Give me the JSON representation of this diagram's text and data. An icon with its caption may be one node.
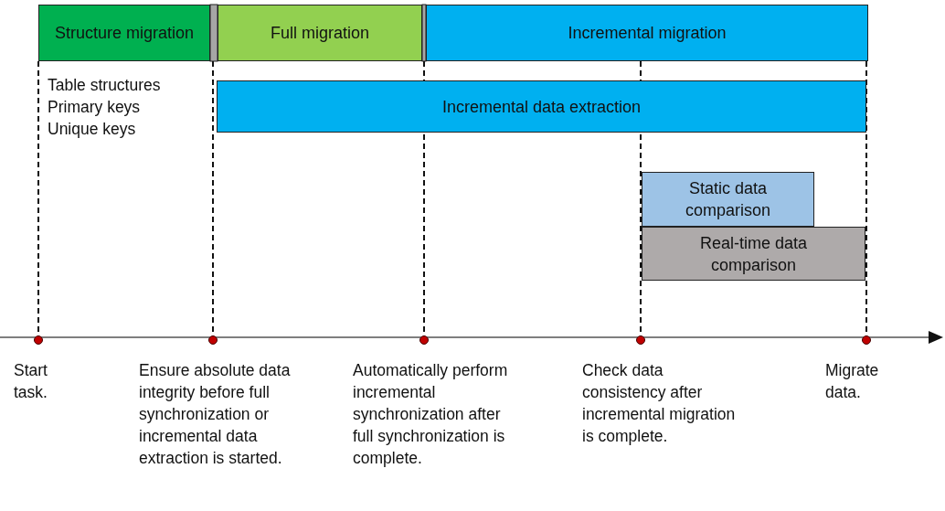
{
  "diagram": {
    "nodes": [
      {
        "text": [
          "Structure migration"
        ]
      },
      {
        "text": [
          "Full migration"
        ]
      },
      {
        "text": [
          "Incremental migration"
        ]
      },
      {
        "text": [
          "Incremental data extraction"
        ]
      },
      {
        "text": [
          "Static data comparison"
        ]
      },
      {
        "text": [
          "Real-time data comparison"
        ]
      }
    ],
    "edges": [],
    "labels": [
      "Table structures",
      "Primary keys",
      "Unique keys",
      "Start task.",
      "Ensure absolute data integrity before full synchronization or incremental data extraction is started.",
      "Automatically perform incremental synchronization after full synchronization is complete.",
      "Check data consistency after incremental migration is complete.",
      "Migrate data."
    ]
  }
}
